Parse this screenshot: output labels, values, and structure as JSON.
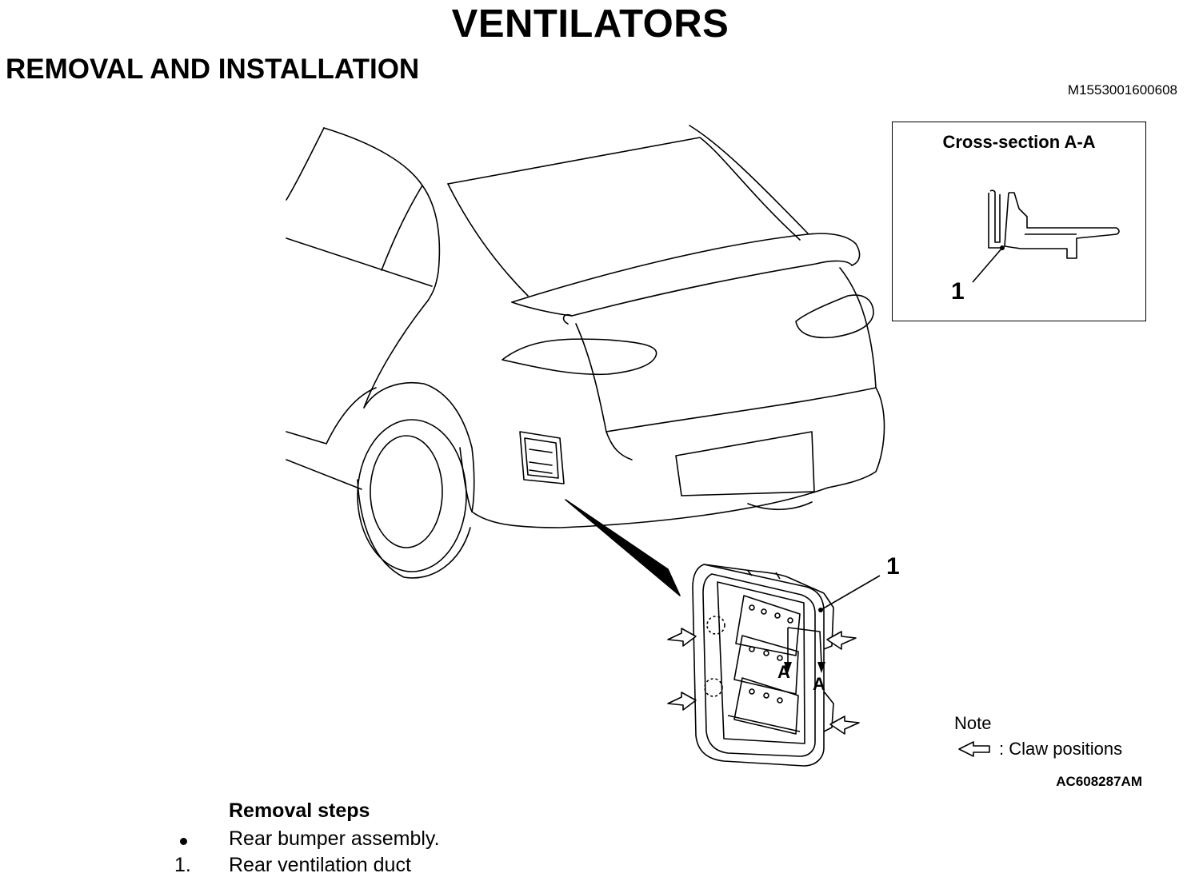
{
  "document": {
    "title": "VENTILATORS",
    "subtitle": "REMOVAL AND INSTALLATION",
    "doc_ref": "M1553001600608",
    "figure_ref": "AC608287AM"
  },
  "figure": {
    "section_title": "Cross-section A-A",
    "section_callout": "1",
    "part_callout": "1",
    "section_marker": "A"
  },
  "note": {
    "title": "Note",
    "claw_label": ": Claw positions",
    "icon": "hollow-arrow-icon"
  },
  "removal": {
    "heading": "Removal steps",
    "steps": [
      {
        "marker": "bullet",
        "text": "Rear bumper assembly."
      },
      {
        "marker": "1.",
        "text": "Rear ventilation duct"
      }
    ]
  }
}
